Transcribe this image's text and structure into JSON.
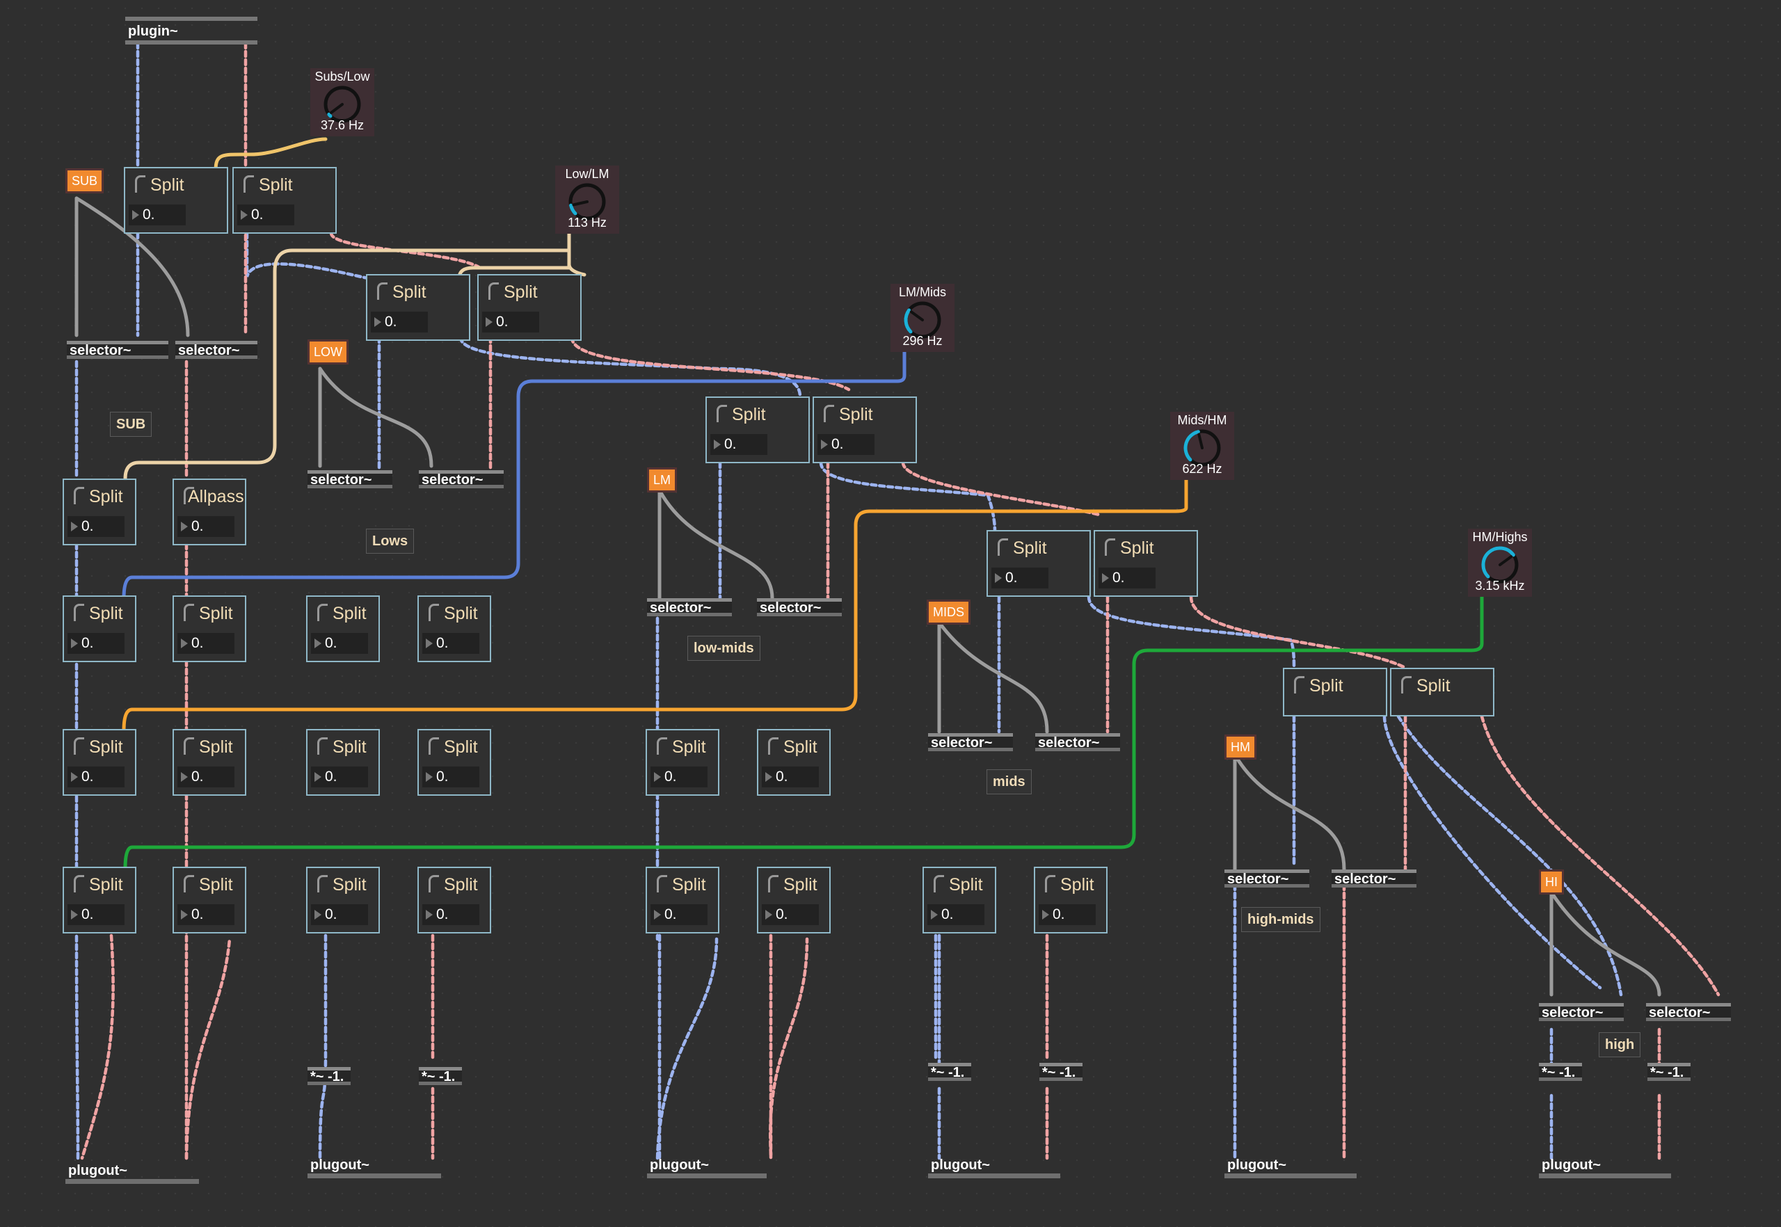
{
  "colors": {
    "bg": "#2f2f2f",
    "orange": "#f18a2e",
    "cord_orange": "#f7a531",
    "cord_green": "#1ea83a",
    "cord_blue": "#5b7fd8",
    "cord_cream": "#ecd3a8",
    "cord_yellow": "#f0c46a",
    "sig_blue": "#9db4f0",
    "sig_red": "#f0a3a3"
  },
  "icons": {
    "dial": "dial-icon",
    "toggle": "toggle-button",
    "cord": "patch-cord"
  },
  "plugin": "plugin~",
  "plugout": "plugout~",
  "selector": "selector~",
  "split": {
    "name": "Split",
    "allpass": "Allpass",
    "value": "0."
  },
  "mul": "*~ -1.",
  "dials": [
    "Subs/Low",
    "Low/LM",
    "LM/Mids",
    "Mids/HM",
    "HM/Highs"
  ],
  "dial_values": [
    "37.6 Hz",
    "113 Hz",
    "296 Hz",
    "622 Hz",
    "3.15 kHz"
  ],
  "dial_levels": [
    0.03,
    0.12,
    0.3,
    0.45,
    0.7
  ],
  "toggles": [
    "SUB",
    "LOW",
    "LM",
    "MIDS",
    "HM",
    "HI"
  ],
  "comments": [
    "SUB",
    "Lows",
    "low-mids",
    "mids",
    "high-mids",
    "high"
  ]
}
